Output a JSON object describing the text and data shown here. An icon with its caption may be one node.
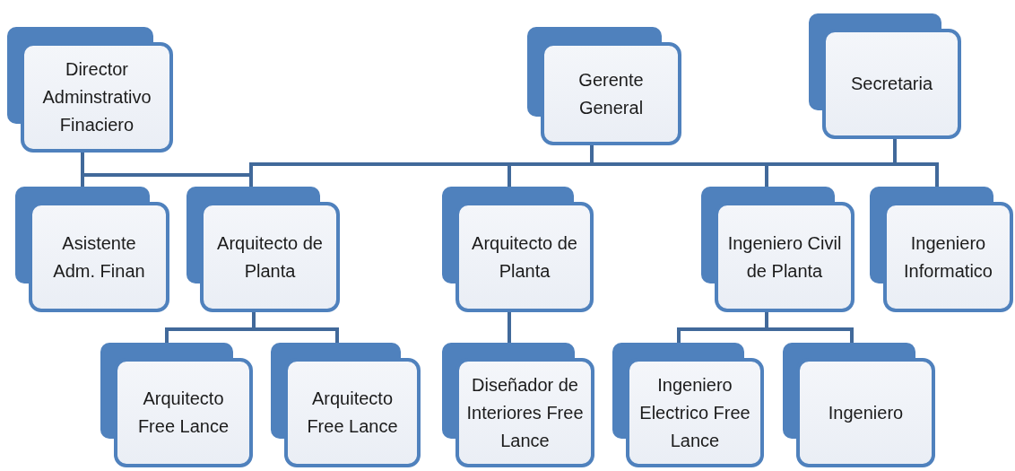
{
  "diagram": {
    "nodes": [
      {
        "text": [
          "Director Adminstrativo Finaciero"
        ]
      },
      {
        "text": [
          "Gerente General"
        ]
      },
      {
        "text": [
          "Secretaria"
        ]
      },
      {
        "text": [
          "Asistente Adm. Finan"
        ]
      },
      {
        "text": [
          "Arquitecto de Planta"
        ]
      },
      {
        "text": [
          "Arquitecto de Planta"
        ]
      },
      {
        "text": [
          "Ingeniero Civil de Planta"
        ]
      },
      {
        "text": [
          "Ingeniero Informatico"
        ]
      },
      {
        "text": [
          "Arquitecto Free Lance"
        ]
      },
      {
        "text": [
          "Arquitecto Free Lance"
        ]
      },
      {
        "text": [
          "Diseñador de Interiores Free Lance"
        ]
      },
      {
        "text": [
          "Ingeniero Electrico Free Lance"
        ]
      },
      {
        "text": [
          "Ingeniero"
        ]
      }
    ],
    "edges": [
      {
        "from": 0,
        "to": 3,
        "arrow": "none"
      },
      {
        "from": 0,
        "to": 1,
        "arrow": "none"
      },
      {
        "from": 1,
        "to": 4,
        "arrow": "none"
      },
      {
        "from": 1,
        "to": 5,
        "arrow": "none"
      },
      {
        "from": 1,
        "to": 6,
        "arrow": "none"
      },
      {
        "from": 1,
        "to": 7,
        "arrow": "none"
      },
      {
        "from": 2,
        "to": 1,
        "arrow": "none"
      },
      {
        "from": 4,
        "to": 8,
        "arrow": "none"
      },
      {
        "from": 4,
        "to": 9,
        "arrow": "none"
      },
      {
        "from": 5,
        "to": 10,
        "arrow": "none"
      },
      {
        "from": 6,
        "to": 11,
        "arrow": "none"
      },
      {
        "from": 6,
        "to": 12,
        "arrow": "none"
      }
    ]
  }
}
